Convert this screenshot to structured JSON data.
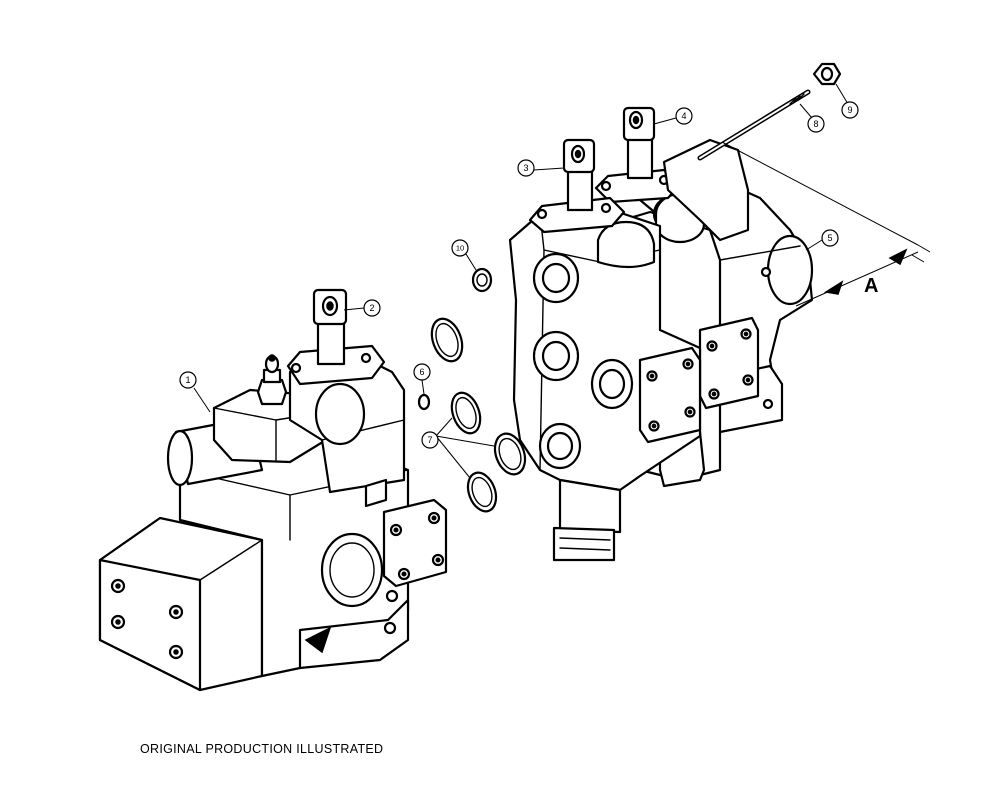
{
  "diagram": {
    "caption": "ORIGINAL PRODUCTION ILLUSTRATED",
    "section_label": "A",
    "callouts": [
      {
        "id": "c1",
        "text": "1"
      },
      {
        "id": "c2",
        "text": "2"
      },
      {
        "id": "c3",
        "text": "3"
      },
      {
        "id": "c4",
        "text": "4"
      },
      {
        "id": "c5",
        "text": "5"
      },
      {
        "id": "c6",
        "text": "6"
      },
      {
        "id": "c7",
        "text": "7"
      },
      {
        "id": "c8",
        "text": "8"
      },
      {
        "id": "c9",
        "text": "9"
      },
      {
        "id": "c10",
        "text": "10"
      }
    ]
  }
}
